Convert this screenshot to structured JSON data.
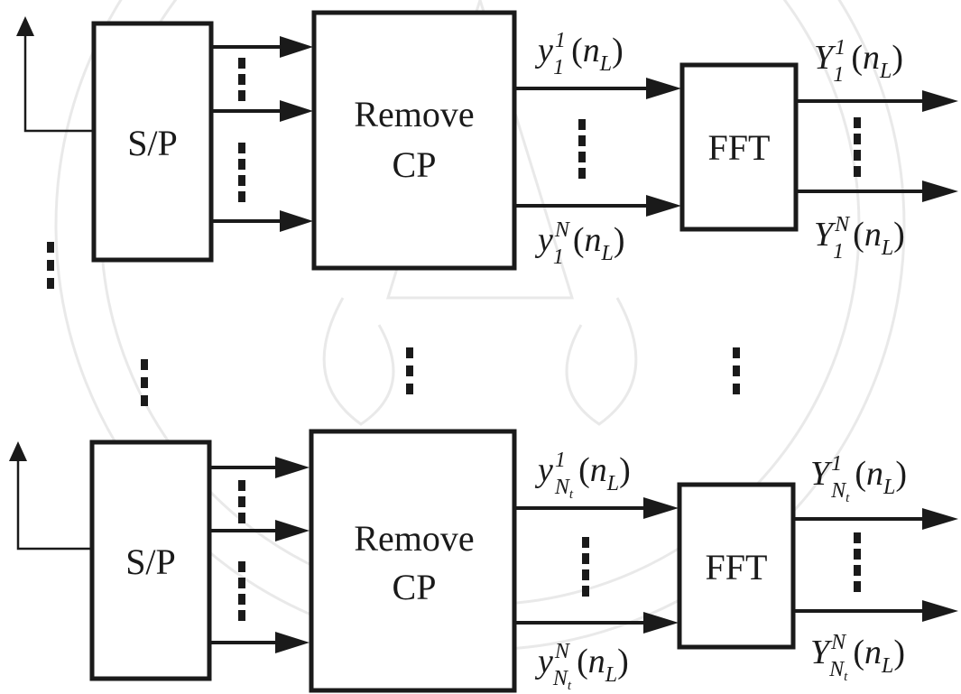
{
  "blocks": {
    "sp": "S/P",
    "remove_cp_line1": "Remove",
    "remove_cp_line2": "CP",
    "fft": "FFT"
  },
  "labels": {
    "y_letter": "y",
    "Y_letter": "Y",
    "sup_1": "1",
    "sup_N": "N",
    "sub_1": "1",
    "sub_N": "N",
    "sub_t": "t",
    "arg_open": "(",
    "arg_n": "n",
    "arg_L": "L",
    "arg_close": ")"
  },
  "colors": {
    "stroke": "#1a1a1a",
    "background": "#ffffff"
  },
  "watermark": "university seal watermark (decorative)"
}
